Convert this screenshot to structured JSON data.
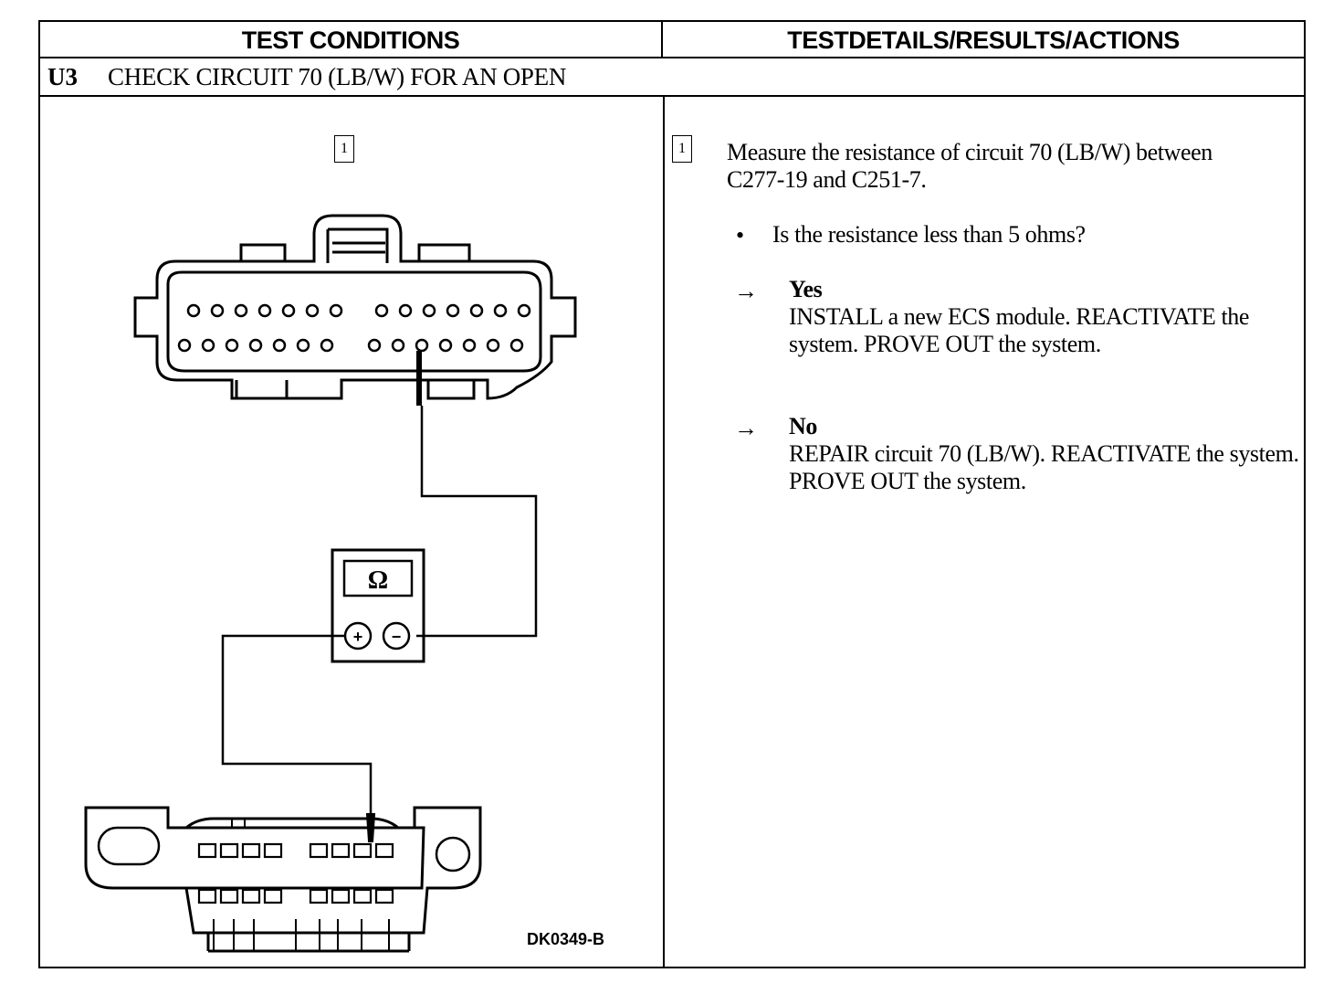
{
  "header": {
    "left_title": "TEST CONDITIONS",
    "right_title": "TESTDETAILS/RESULTS/ACTIONS"
  },
  "step": {
    "id": "U3",
    "title": "CHECK CIRCUIT 70 (LB/W) FOR AN OPEN"
  },
  "diagram": {
    "step_marker": "1",
    "meter_symbol": "Ω",
    "meter_plus": "+",
    "meter_minus": "−",
    "figure_code": "DK0349-B"
  },
  "details": {
    "step_marker": "1",
    "instruction": "Measure the resistance of circuit 70 (LB/W) between C277-19 and C251-7.",
    "bullet": "•",
    "question": "Is the resistance less than 5 ohms?",
    "answers": [
      {
        "arrow": "→",
        "label": "Yes",
        "text": "INSTALL a new ECS module. REACTIVATE the system. PROVE OUT the system."
      },
      {
        "arrow": "→",
        "label": "No",
        "text": "REPAIR circuit 70 (LB/W). REACTIVATE the system. PROVE OUT the system."
      }
    ]
  }
}
